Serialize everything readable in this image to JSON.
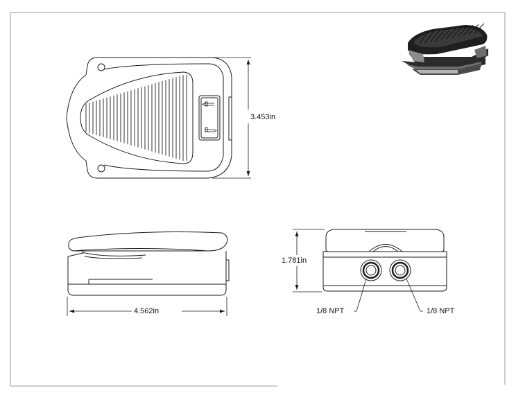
{
  "dimensions": {
    "width": "3.453in",
    "length": "4.562in",
    "height": "1.781in"
  },
  "ports": {
    "left": "1/8 NPT",
    "right": "1/8 NPT"
  },
  "colors": {
    "line": "#1a1a1a",
    "iso_dark": "#2b2b2b",
    "iso_mid": "#6e6e6e",
    "iso_light": "#b5b5b5"
  }
}
